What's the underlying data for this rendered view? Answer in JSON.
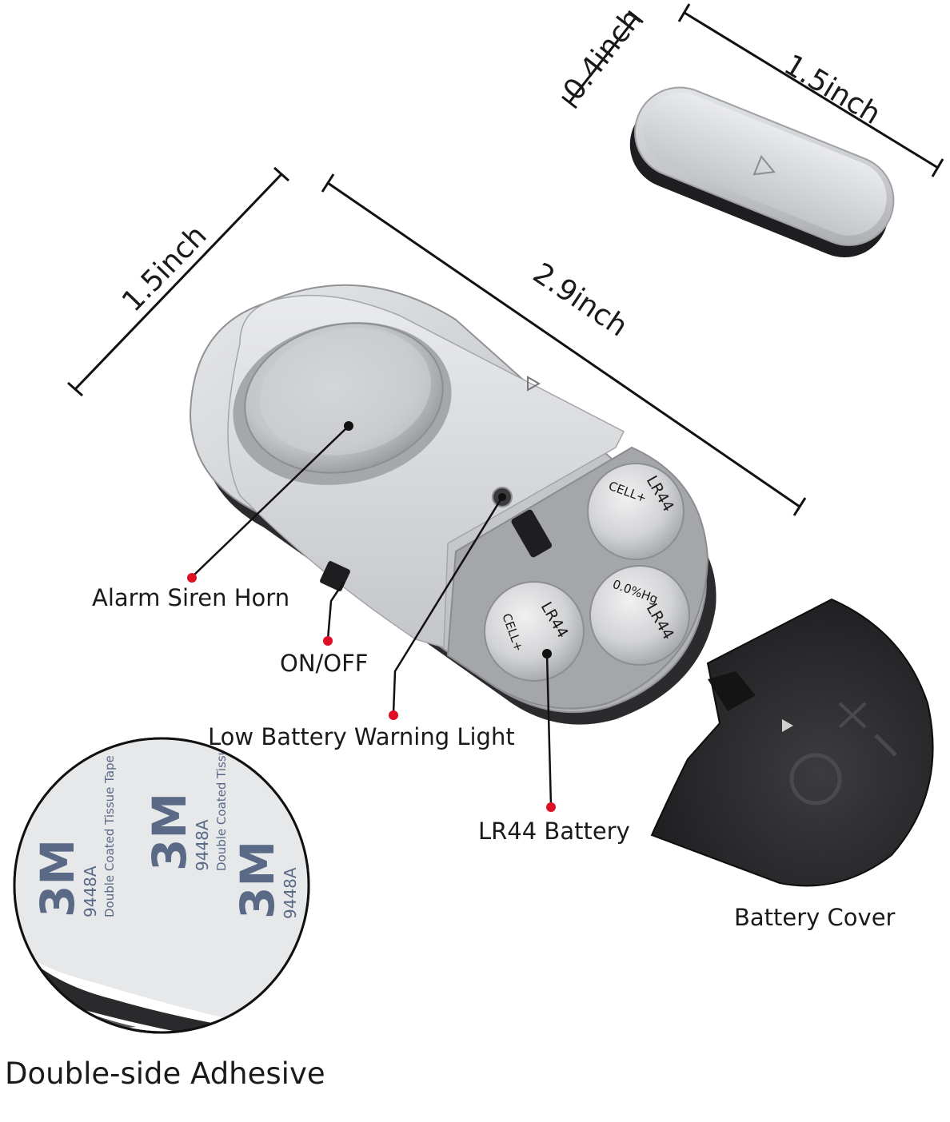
{
  "dimensions": {
    "magnet_height": "0.4inch",
    "magnet_length": "1.5inch",
    "sensor_width": "1.5inch",
    "sensor_length": "2.9inch"
  },
  "callouts": {
    "alarm_siren_horn": "Alarm Siren Horn",
    "on_off": "ON/OFF",
    "low_battery_light": "Low Battery Warning Light",
    "lr44_battery": "LR44 Battery",
    "battery_cover": "Battery Cover",
    "adhesive": "Double-side Adhesive"
  },
  "battery_print": {
    "model": "LR44",
    "hg": "0.0%Hg",
    "cell": "CELL+"
  },
  "tape_print": {
    "brand": "3M",
    "code": "9448A",
    "desc": "Double Coated Tissue Tape"
  },
  "colors": {
    "silver": "#c7c9cc",
    "dark": "#2a2a2c",
    "callout_dot": "#e01024",
    "tape_text": "#5a6a86"
  }
}
